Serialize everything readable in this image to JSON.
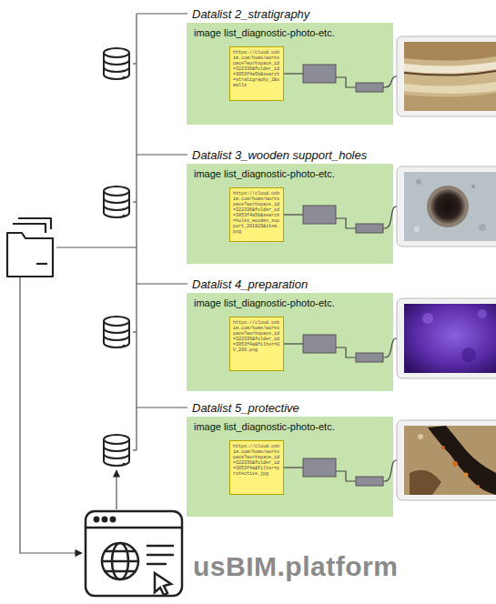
{
  "diagram": {
    "nodes": [
      {
        "text": [
          "Datalist 2_stratigraphy",
          "image list_diagnostic-photo-etc."
        ]
      },
      {
        "text": [
          "https://cloud.usbim.com/home/workspace?workspace_id=322336&folder_id=3053f4a5b&search=stratigraphy_2&smalls"
        ],
        "in": 0
      },
      {
        "text": [
          "Datalist 3_wooden support_holes",
          "image list_diagnostic-photo-etc."
        ]
      },
      {
        "text": [
          "https://cloud.usbim.com/home/workspace?workspace_id=322336&folder_id=3053f4a5b&search=holes_wooden_support_201929&item.png"
        ],
        "in": 2
      },
      {
        "text": [
          "Datalist 4_preparation",
          "image list_diagnostic-photo-etc."
        ]
      },
      {
        "text": [
          "https://cloud.usbim.com/home/workspace?workspace_id=322336&folder_id=3053f4a&filter=UV_200.png"
        ],
        "in": 4
      },
      {
        "text": [
          "Datalist 5_protective",
          "image list_diagnostic-photo-etc."
        ]
      },
      {
        "text": [
          "https://cloud.usbim.com/home/workspace?workspace_id=322336&folder_id=3053f4a&filter=protective.jpg"
        ],
        "in": 6
      }
    ],
    "labels": [
      "usBIM.platform"
    ]
  }
}
